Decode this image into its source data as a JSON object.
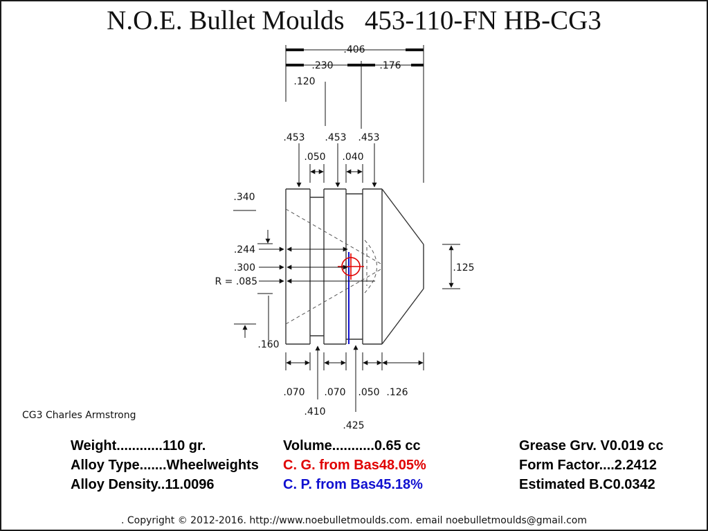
{
  "title": "N.O.E. Bullet Moulds   453-110-FN HB-CG3",
  "dims": {
    "oal": ".406",
    "nose_to_body": ".230",
    "nose": ".176",
    "base_step": ".120",
    "d453_a": ".453",
    "d453_b": ".453",
    "d453_c": ".453",
    "groove_w1": ".050",
    "groove_w2": ".040",
    "d340": ".340",
    "d244": ".244",
    "d300": ".300",
    "radius": "R = .085",
    "d160": ".160",
    "meplat": ".125",
    "w070a": ".070",
    "w070b": ".070",
    "w050": ".050",
    "w126": ".126",
    "d410": ".410",
    "d425": ".425"
  },
  "caption": "CG3  Charles Armstrong",
  "stats": {
    "weight": "Weight............110 gr.",
    "alloy_type": "Alloy Type.......Wheelweights",
    "alloy_density": "Alloy Density..11.0096",
    "volume": "Volume...........0.65 cc",
    "cg": "C. G. from Bas48.05%",
    "cp": "C. P. from Bas45.18%",
    "grease": "Grease Grv. V0.019 cc",
    "form_factor": "Form Factor....2.2412",
    "bc": "Estimated B.C0.0342"
  },
  "colors": {
    "cg": "#e00000",
    "cp": "#1010d0"
  },
  "copyright": ". Copyright © 2012-2016. http://www.noebulletmoulds.com.  email noebulletmoulds@gmail.com"
}
